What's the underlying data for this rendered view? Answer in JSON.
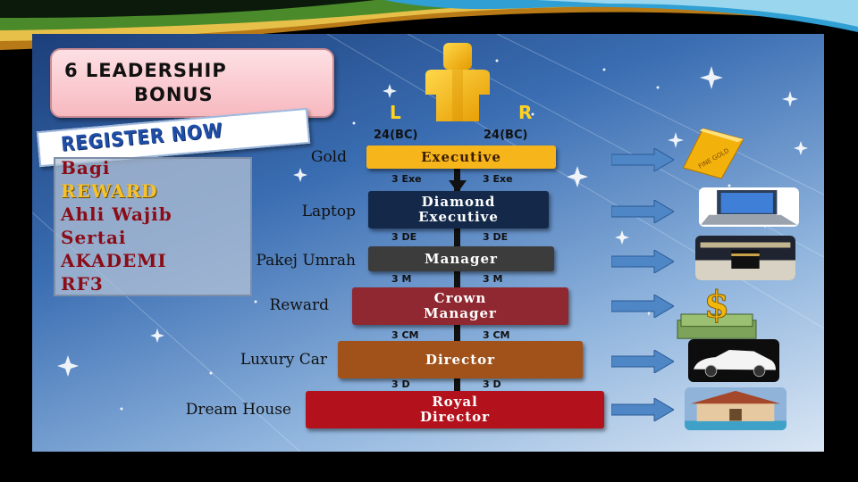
{
  "title": {
    "line1": "6  LEADERSHIP",
    "line2": "BONUS"
  },
  "register_label": "REGISTER NOW",
  "reward_lines": [
    {
      "text": "Bagi",
      "style": "red"
    },
    {
      "text": "REWARD",
      "style": "gold"
    },
    {
      "text": "Ahli Wajib",
      "style": "red"
    },
    {
      "text": "Sertai",
      "style": "red"
    },
    {
      "text": "AKADEMI",
      "style": "red"
    },
    {
      "text": "RF3",
      "style": "red"
    }
  ],
  "tree": {
    "left_label": "L",
    "right_label": "R",
    "left_bc": "24(BC)",
    "right_bc": "24(BC)"
  },
  "levels": [
    {
      "name": "Executive",
      "reward": "Gold",
      "req_left": "3 Exe",
      "req_right": "3 Exe",
      "color": "#f7b51c",
      "icon": "gold-bar-icon"
    },
    {
      "name": "Diamond\nExecutive",
      "reward": "Laptop",
      "req_left": "3 DE",
      "req_right": "3 DE",
      "color": "#14294a",
      "icon": "laptop-icon"
    },
    {
      "name": "Manager",
      "reward": "Pakej Umrah",
      "req_left": "3 M",
      "req_right": "3 M",
      "color": "#3c3c3c",
      "icon": "kaaba-icon"
    },
    {
      "name": "Crown\nManager",
      "reward": "Reward",
      "req_left": "3 CM",
      "req_right": "3 CM",
      "color": "#8f2830",
      "icon": "money-icon"
    },
    {
      "name": "Director",
      "reward": "Luxury Car",
      "req_left": "3 D",
      "req_right": "3 D",
      "color": "#a0521a",
      "icon": "car-icon"
    },
    {
      "name": "Royal\nDirector",
      "reward": "Dream House",
      "color": "#b3121c",
      "icon": "house-icon"
    }
  ],
  "thumb_gold_text": "FINE GOLD"
}
